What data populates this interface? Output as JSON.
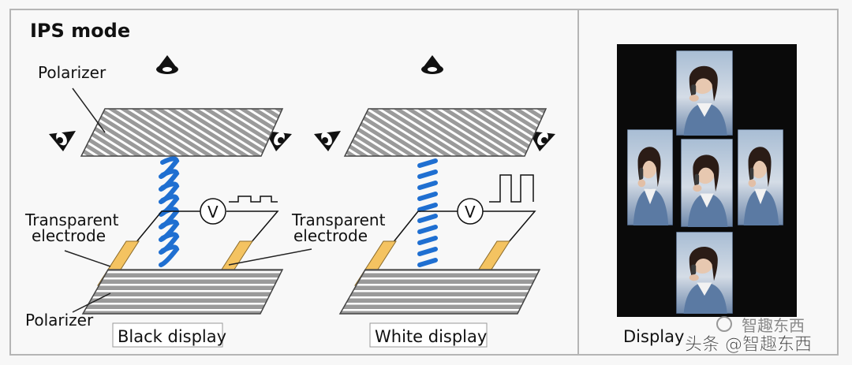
{
  "title": "IPS mode",
  "labels": {
    "polarizer_top": "Polarizer",
    "polarizer_bottom": "Polarizer",
    "transparent_electrode_left_line1": "Transparent",
    "transparent_electrode_left_line2": "electrode",
    "transparent_electrode_right_line1": "Transparent",
    "transparent_electrode_right_line2": "electrode",
    "voltmeter_left": "V",
    "voltmeter_right": "V"
  },
  "captions": {
    "black_display": "Black display",
    "white_display": "White display",
    "display_partial": "Display"
  },
  "watermark": {
    "line1": "智趣东西",
    "line2": "头条 @智趣东西"
  },
  "colors": {
    "frame_border": "#b5b5b5",
    "polarizer_fill": "#9a9a9a",
    "polarizer_stripes": "#ffffff",
    "liquid_crystal": "#1f6fd1",
    "electrode": "#f4c361",
    "panel_background": "#0a0a0a",
    "photo_sky": "#9fb6cf"
  },
  "icons": [
    "eye-icon-top",
    "eye-icon-side",
    "voltmeter-icon",
    "square-wave-icon"
  ]
}
